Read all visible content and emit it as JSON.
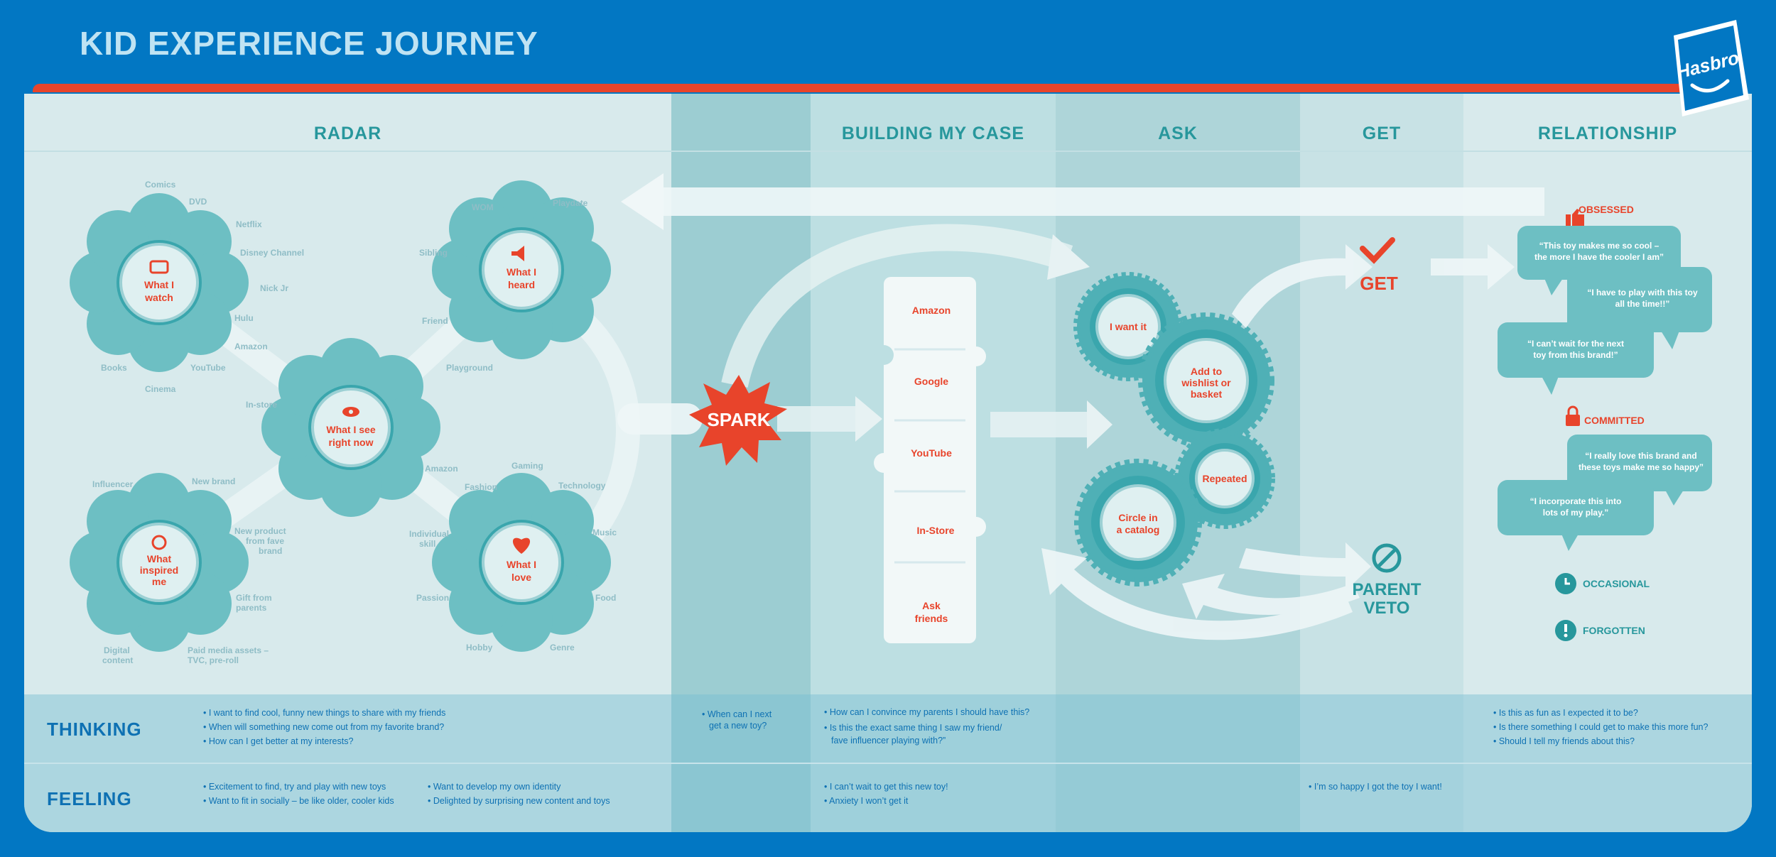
{
  "title": "KID EXPERIENCE JOURNEY",
  "brand": "Hasbro",
  "headings": {
    "radar": "RADAR",
    "building": "BUILDING MY CASE",
    "ask": "ASK",
    "get": "GET",
    "relationship": "RELATIONSHIP"
  },
  "radar": {
    "watch": {
      "label1": "What I",
      "label2": "watch",
      "satellites": [
        "Comics",
        "DVD",
        "Netflix",
        "Disney Channel",
        "Nick Jr",
        "Hulu",
        "Amazon",
        "YouTube",
        "Cinema",
        "Books"
      ]
    },
    "heard": {
      "label1": "What I",
      "label2": "heard",
      "satellites": [
        "WOM",
        "Playdate",
        "Sibling",
        "Friend",
        "Playground"
      ]
    },
    "seenow": {
      "label1": "What I see",
      "label2": "right now",
      "satellites": [
        "In-store",
        "Amazon"
      ]
    },
    "inspired": {
      "label1": "What",
      "label2": "inspired",
      "label3": "me",
      "satellites": [
        "Influencer",
        "New brand",
        "New product",
        "from fave",
        "brand",
        "Gift from",
        "parents",
        "Paid media assets –",
        "TVC, pre-roll",
        "Digital",
        "content"
      ]
    },
    "love": {
      "label1": "What I",
      "label2": "love",
      "satellites": [
        "Gaming",
        "Fashion",
        "Technology",
        "Individual",
        "skill",
        "Music",
        "Passion",
        "Food",
        "Hobby",
        "Genre"
      ]
    }
  },
  "spark": "SPARK",
  "puzzle": [
    "Amazon",
    "Google",
    "YouTube",
    "In-Store",
    "Ask",
    "friends"
  ],
  "gears": {
    "want": "I want it",
    "wishlist": [
      "Add to",
      "wishlist or",
      "basket"
    ],
    "repeated": "Repeated",
    "catalog": [
      "Circle in",
      "a catalog"
    ]
  },
  "get": {
    "label": "GET",
    "veto1": "PARENT",
    "veto2": "VETO"
  },
  "relationship": {
    "obsessed": "OBSESSED",
    "committed": "COMMITTED",
    "occasional": "OCCASIONAL",
    "forgotten": "FORGOTTEN",
    "q1": [
      "“This toy makes me so cool –",
      "the more I have the cooler I am”"
    ],
    "q2": [
      "“I have to play with this toy",
      "all the time!!”"
    ],
    "q3": [
      "“I can’t wait for the next",
      "toy from this brand!”"
    ],
    "q4": [
      "“I really love this brand and",
      "these toys make me so happy”"
    ],
    "q5": [
      "“I incorporate this into",
      "lots of my play.”"
    ]
  },
  "thinking": {
    "label": "THINKING",
    "radar": [
      "• I want to find cool, funny new things to share with my friends",
      "• When will something new come out from my favorite brand?",
      "• How can I get better at my interests?"
    ],
    "spark": [
      "• When can I next",
      "get a new toy?"
    ],
    "building": [
      "• How can I convince my parents I should have this?",
      "• Is this the exact same thing I saw my friend/",
      "fave influencer playing with?”"
    ],
    "relationship": [
      "• Is this as fun as I expected it to be?",
      "• Is there something I could get to make this more fun?",
      "• Should I tell my friends about this?"
    ]
  },
  "feeling": {
    "label": "FEELING",
    "radar1": [
      "• Excitement to find, try and play with new toys",
      "• Want to fit in socially – be like older, cooler kids"
    ],
    "radar2": [
      "• Want to develop my own identity",
      "• Delighted by surprising new content and toys"
    ],
    "building": [
      "• I can’t wait to get this new toy!",
      "• Anxiety I won’t get it"
    ],
    "get": [
      "• I’m so happy I got the toy I want!"
    ]
  },
  "colors": {
    "background": "#0277c3",
    "accent_red": "#e8442b",
    "teal": "#27979c",
    "flower": "#6dbfc3"
  }
}
